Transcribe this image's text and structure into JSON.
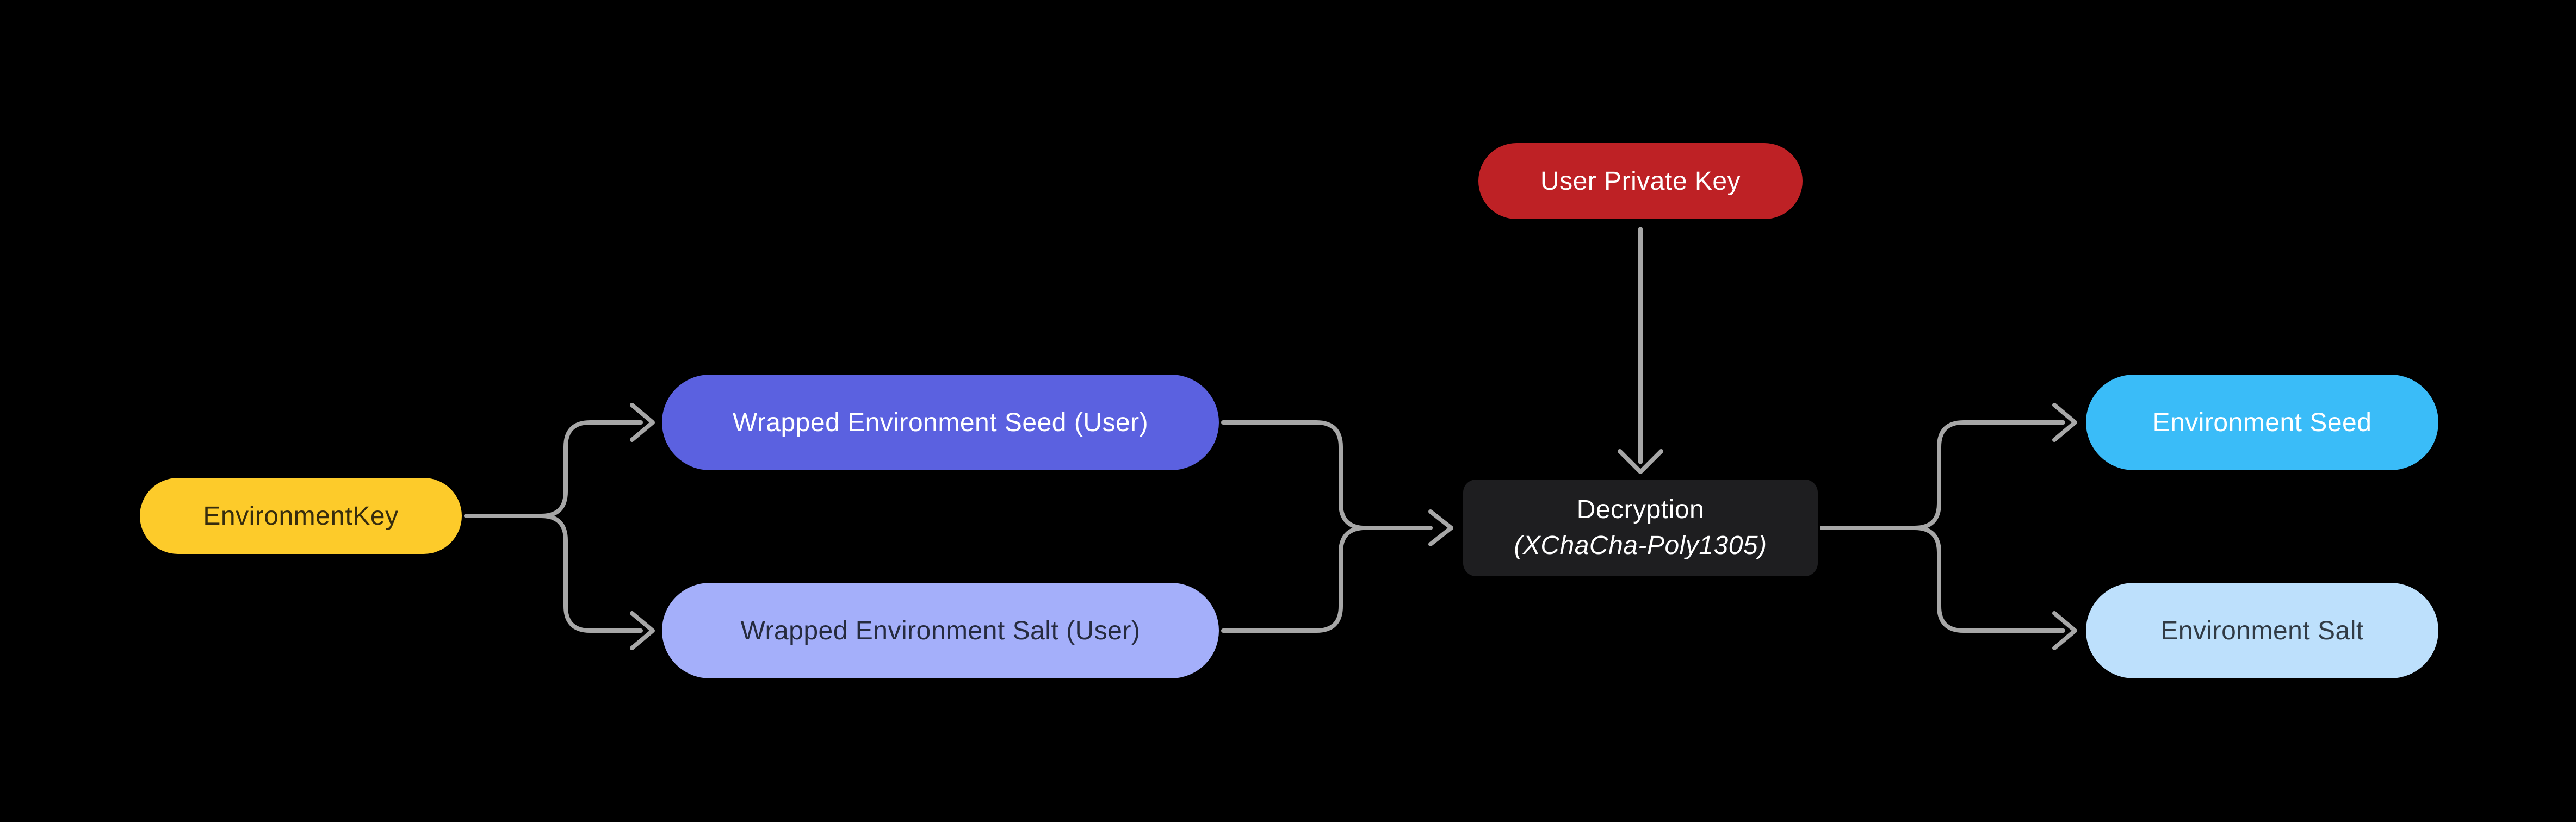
{
  "diagram": {
    "background": "#000000",
    "arrow_color": "#A7A7A7",
    "nodes": {
      "environment_key": {
        "label": "EnvironmentKey",
        "bg": "#FDCB2A",
        "fg": "#362C0E"
      },
      "wrapped_environment_seed": {
        "label": "Wrapped Environment Seed (User)",
        "bg": "#5B61E0",
        "fg": "#FFFFFF"
      },
      "wrapped_environment_salt": {
        "label": "Wrapped Environment Salt (User)",
        "bg": "#A4AFFA",
        "fg": "#262B3F"
      },
      "user_private_key": {
        "label": "User Private Key",
        "bg": "#BE2125",
        "fg": "#FFFFFF"
      },
      "decryption": {
        "label_line1": "Decryption",
        "label_line2": "(XChaCha-Poly1305)",
        "bg": "#1E1E20",
        "fg": "#FFFFFF"
      },
      "environment_seed": {
        "label": "Environment Seed",
        "bg": "#3ABCF8",
        "fg": "#FFFFFF"
      },
      "environment_salt": {
        "label": "Environment Salt",
        "bg": "#BDE0FC",
        "fg": "#313B45"
      }
    },
    "edges": [
      {
        "from": "EnvironmentKey",
        "to": "Wrapped Environment Seed (User)"
      },
      {
        "from": "EnvironmentKey",
        "to": "Wrapped Environment Salt (User)"
      },
      {
        "from": "Wrapped Environment Seed (User)",
        "to": "Decryption (XChaCha-Poly1305)"
      },
      {
        "from": "Wrapped Environment Salt (User)",
        "to": "Decryption (XChaCha-Poly1305)"
      },
      {
        "from": "User Private Key",
        "to": "Decryption (XChaCha-Poly1305)"
      },
      {
        "from": "Decryption (XChaCha-Poly1305)",
        "to": "Environment Seed"
      },
      {
        "from": "Decryption (XChaCha-Poly1305)",
        "to": "Environment Salt"
      }
    ]
  }
}
